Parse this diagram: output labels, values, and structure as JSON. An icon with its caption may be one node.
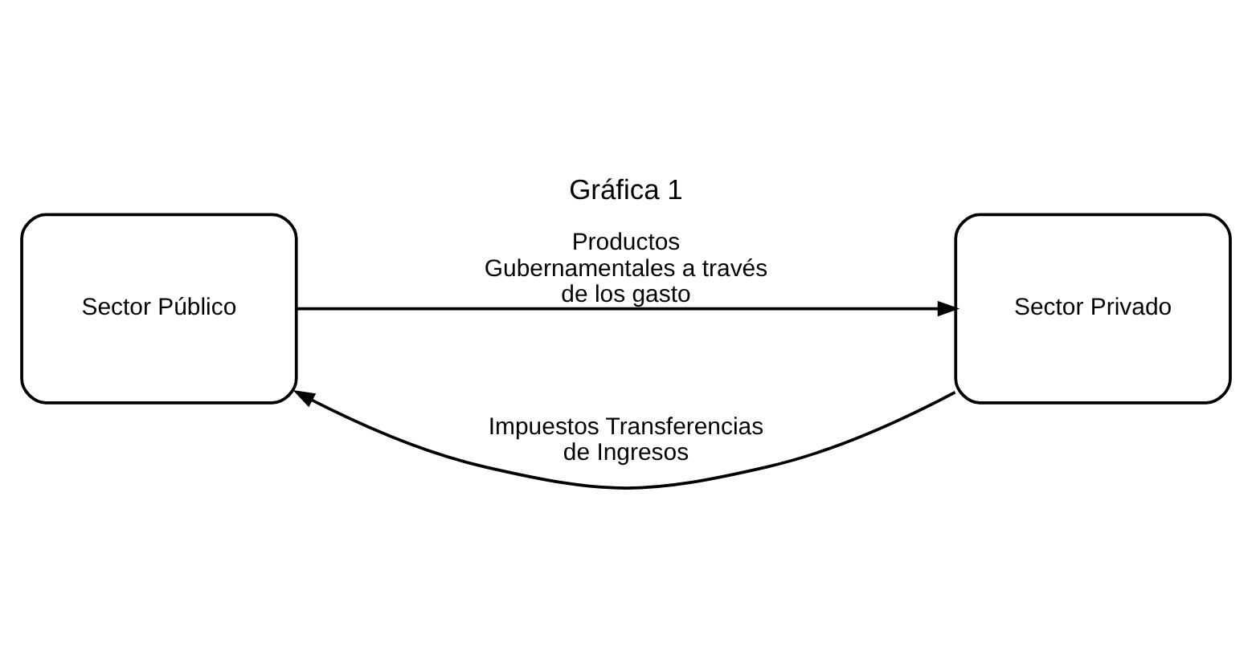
{
  "diagram": {
    "title": "Gráfica 1",
    "nodes": [
      {
        "text": [
          "Sector Público"
        ]
      },
      {
        "text": [
          "Sector Privado"
        ]
      }
    ],
    "edges": [
      {
        "from": 1,
        "to": 0,
        "arrow": "to",
        "label": "Impuestos Transferencias de Ingresos"
      },
      {
        "from": 0,
        "to": 1,
        "arrow": "to",
        "label": "Productos Gubernamentales a través de los gasto"
      }
    ]
  }
}
